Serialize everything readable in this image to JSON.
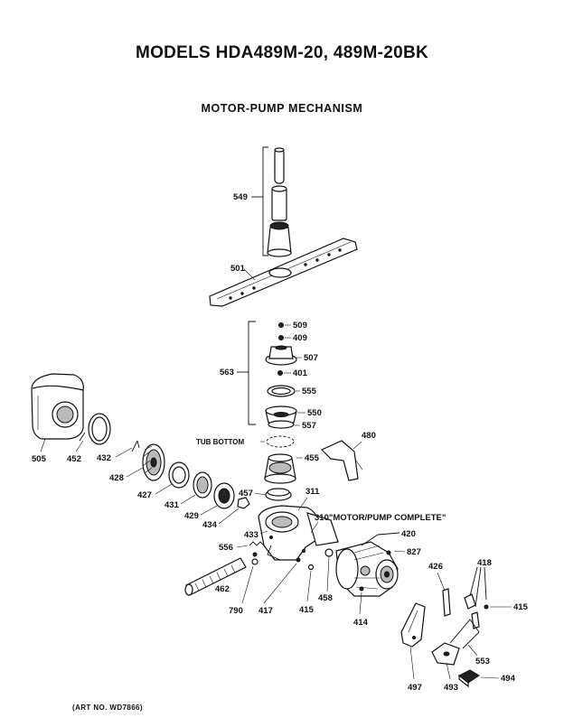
{
  "header": {
    "main_title": "MODELS HDA489M-20, 489M-20BK",
    "sub_title": "MOTOR-PUMP MECHANISM"
  },
  "footer": {
    "art_no": "(ART NO. WD7866)"
  },
  "callouts": {
    "p549": "549",
    "p501": "501",
    "p509": "509",
    "p409": "409",
    "p507": "507",
    "p563": "563",
    "p401": "401",
    "p555": "555",
    "p550": "550",
    "p557": "557",
    "tub_bottom": "TUB BOTTOM",
    "p455": "455",
    "p480": "480",
    "p505": "505",
    "p452": "452",
    "p432": "432",
    "p428": "428",
    "p427": "427",
    "p431": "431",
    "p429": "429",
    "p434": "434",
    "p457": "457",
    "p433": "433",
    "p311": "311",
    "p310": "310\"MOTOR/PUMP COMPLETE\"",
    "p420": "420",
    "p556": "556",
    "p827": "827",
    "p462": "462",
    "p426": "426",
    "p418": "418",
    "p415b": "415",
    "p790": "790",
    "p417": "417",
    "p415": "415",
    "p458": "458",
    "p414": "414",
    "p553": "553",
    "p497": "497",
    "p493": "493",
    "p494": "494"
  }
}
